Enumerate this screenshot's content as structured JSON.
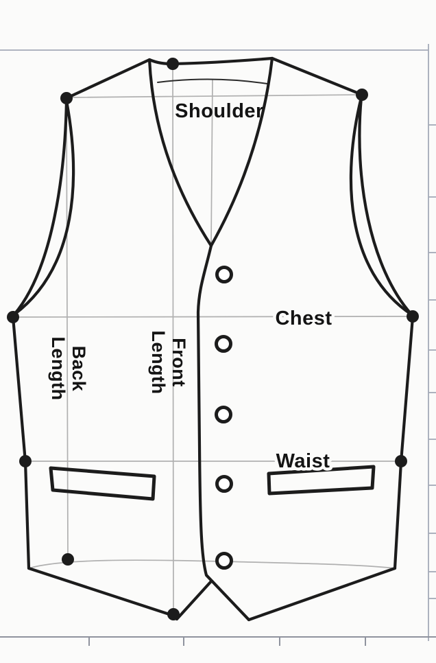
{
  "diagram": {
    "labels": {
      "shoulder": "Shoulder",
      "chest": "Chest",
      "waist": "Waist",
      "back_length_line1": "Back",
      "back_length_line2": "Length",
      "front_length_line1": "Front",
      "front_length_line2": "Length"
    },
    "colors": {
      "outline": "#1c1c1c",
      "measurement_line": "#b0b0b0",
      "ruler_line": "#a4aab8",
      "background": "#fbfbfa",
      "label_text": "#141414",
      "button_fill": "#ffffff"
    }
  }
}
